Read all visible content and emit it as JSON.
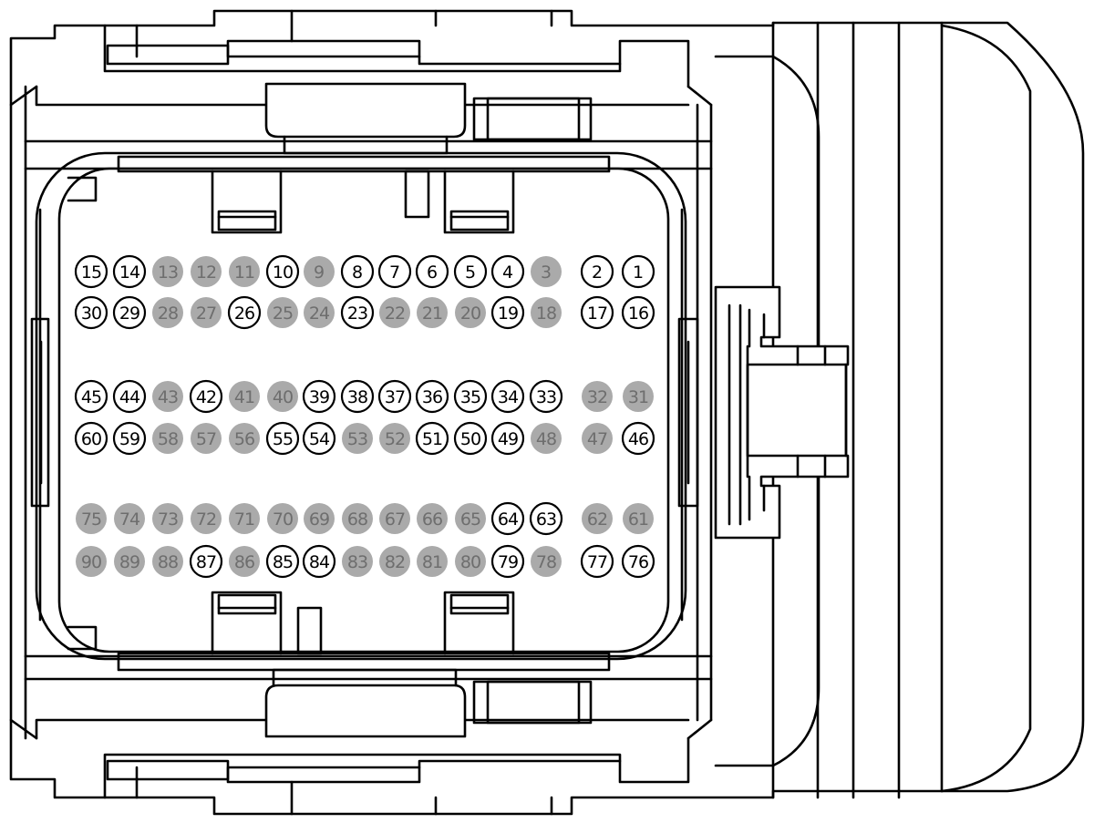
{
  "colors": {
    "line": "#000000",
    "background": "#ffffff",
    "used_pin_fill": "#ffffff",
    "used_pin_stroke": "#000000",
    "unused_pin_fill": "#aaaaaa",
    "unused_pin_text": "#6e6e6e"
  },
  "rows": [
    {
      "pins": [
        {
          "label": "15",
          "used": true
        },
        {
          "label": "14",
          "used": true
        },
        {
          "label": "13",
          "used": false
        },
        {
          "label": "12",
          "used": false
        },
        {
          "label": "11",
          "used": false
        },
        {
          "label": "10",
          "used": true
        },
        {
          "label": "9",
          "used": false
        },
        {
          "label": "8",
          "used": true
        },
        {
          "label": "7",
          "used": true
        },
        {
          "label": "6",
          "used": true
        },
        {
          "label": "5",
          "used": true
        },
        {
          "label": "4",
          "used": true
        },
        {
          "label": "3",
          "used": false
        },
        {
          "label": "2",
          "used": true
        },
        {
          "label": "1",
          "used": true
        }
      ]
    },
    {
      "pins": [
        {
          "label": "30",
          "used": true
        },
        {
          "label": "29",
          "used": true
        },
        {
          "label": "28",
          "used": false
        },
        {
          "label": "27",
          "used": false
        },
        {
          "label": "26",
          "used": true
        },
        {
          "label": "25",
          "used": false
        },
        {
          "label": "24",
          "used": false
        },
        {
          "label": "23",
          "used": true
        },
        {
          "label": "22",
          "used": false
        },
        {
          "label": "21",
          "used": false
        },
        {
          "label": "20",
          "used": false
        },
        {
          "label": "19",
          "used": true
        },
        {
          "label": "18",
          "used": false
        },
        {
          "label": "17",
          "used": true
        },
        {
          "label": "16",
          "used": true
        }
      ]
    },
    {
      "pins": [
        {
          "label": "45",
          "used": true
        },
        {
          "label": "44",
          "used": true
        },
        {
          "label": "43",
          "used": false
        },
        {
          "label": "42",
          "used": true
        },
        {
          "label": "41",
          "used": false
        },
        {
          "label": "40",
          "used": false
        },
        {
          "label": "39",
          "used": true
        },
        {
          "label": "38",
          "used": true
        },
        {
          "label": "37",
          "used": true
        },
        {
          "label": "36",
          "used": true
        },
        {
          "label": "35",
          "used": true
        },
        {
          "label": "34",
          "used": true
        },
        {
          "label": "33",
          "used": true
        },
        {
          "label": "32",
          "used": false
        },
        {
          "label": "31",
          "used": false
        }
      ]
    },
    {
      "pins": [
        {
          "label": "60",
          "used": true
        },
        {
          "label": "59",
          "used": true
        },
        {
          "label": "58",
          "used": false
        },
        {
          "label": "57",
          "used": false
        },
        {
          "label": "56",
          "used": false
        },
        {
          "label": "55",
          "used": true
        },
        {
          "label": "54",
          "used": true
        },
        {
          "label": "53",
          "used": false
        },
        {
          "label": "52",
          "used": false
        },
        {
          "label": "51",
          "used": true
        },
        {
          "label": "50",
          "used": true
        },
        {
          "label": "49",
          "used": true
        },
        {
          "label": "48",
          "used": false
        },
        {
          "label": "47",
          "used": false
        },
        {
          "label": "46",
          "used": true
        }
      ]
    },
    {
      "pins": [
        {
          "label": "75",
          "used": false
        },
        {
          "label": "74",
          "used": false
        },
        {
          "label": "73",
          "used": false
        },
        {
          "label": "72",
          "used": false
        },
        {
          "label": "71",
          "used": false
        },
        {
          "label": "70",
          "used": false
        },
        {
          "label": "69",
          "used": false
        },
        {
          "label": "68",
          "used": false
        },
        {
          "label": "67",
          "used": false
        },
        {
          "label": "66",
          "used": false
        },
        {
          "label": "65",
          "used": false
        },
        {
          "label": "64",
          "used": true
        },
        {
          "label": "63",
          "used": true
        },
        {
          "label": "62",
          "used": false
        },
        {
          "label": "61",
          "used": false
        }
      ]
    },
    {
      "pins": [
        {
          "label": "90",
          "used": false
        },
        {
          "label": "89",
          "used": false
        },
        {
          "label": "88",
          "used": false
        },
        {
          "label": "87",
          "used": true
        },
        {
          "label": "86",
          "used": false
        },
        {
          "label": "85",
          "used": true
        },
        {
          "label": "84",
          "used": true
        },
        {
          "label": "83",
          "used": false
        },
        {
          "label": "82",
          "used": false
        },
        {
          "label": "81",
          "used": false
        },
        {
          "label": "80",
          "used": false
        },
        {
          "label": "79",
          "used": true
        },
        {
          "label": "78",
          "used": false
        },
        {
          "label": "77",
          "used": true
        },
        {
          "label": "76",
          "used": true
        }
      ]
    }
  ]
}
